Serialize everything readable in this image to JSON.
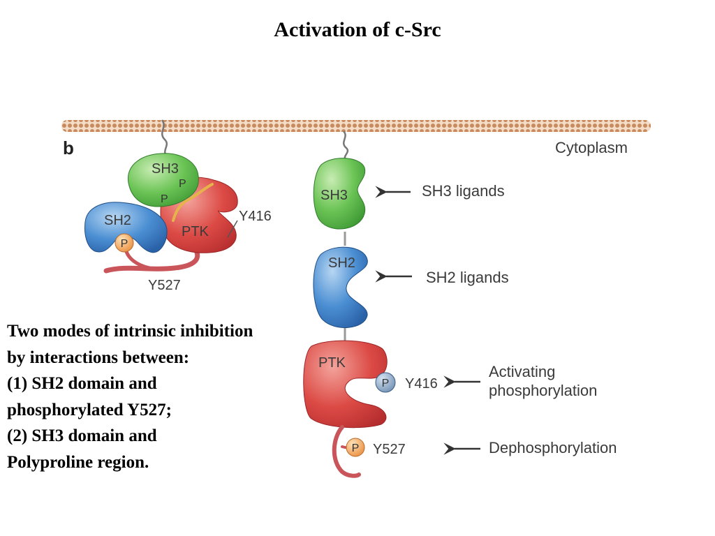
{
  "title": "Activation of c-Src",
  "panel_letter": "b",
  "cytoplasm_label": "Cytoplasm",
  "inactive": {
    "sh3": "SH3",
    "sh2": "SH2",
    "ptk": "PTK",
    "y416": "Y416",
    "y527": "Y527",
    "p": "P"
  },
  "active": {
    "sh3": "SH3",
    "sh2": "SH2",
    "ptk": "PTK",
    "y416": "Y416",
    "y527": "Y527",
    "p": "P"
  },
  "arrows": {
    "sh3_ligands": "SH3 ligands",
    "sh2_ligands": "SH2 ligands",
    "activating_1": "Activating",
    "activating_2": "phosphorylation",
    "dephosphorylation": "Dephosphorylation"
  },
  "description": [
    "Two modes of intrinsic inhibition",
    "by interactions between:",
    "(1)  SH2 domain and",
    "phosphorylated Y527;",
    "(2) SH3 domain and",
    "Polyproline region."
  ],
  "colors": {
    "sh3": "#5cbf4a",
    "sh2": "#3f86cc",
    "ptk": "#d9403f",
    "phospho": "#f0a45a",
    "membrane": "#c98a5e"
  }
}
